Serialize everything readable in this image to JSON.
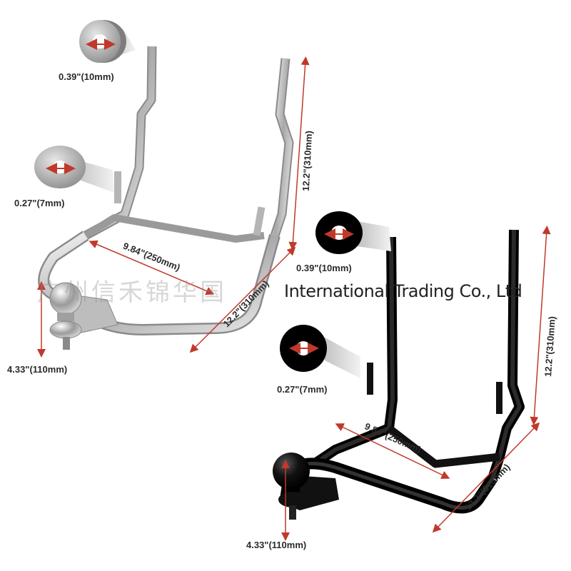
{
  "watermark": {
    "chinese_text": "广州信禾锦华国",
    "company_text": "International Trading Co., Ltd"
  },
  "chrome_product": {
    "washer_large_label": "0.39\"(10mm)",
    "washer_small_label": "0.27\"(7mm)",
    "width_label": "9.84\"(250mm)",
    "height_label": "12.2\"(310mm)",
    "depth_label": "12.2\"(310mm)",
    "ball_height_label": "4.33\"(110mm)"
  },
  "black_product": {
    "washer_large_label": "0.39\"(10mm)",
    "washer_small_label": "0.27\"(7mm)",
    "width_label": "9.84\"(250mm)",
    "height_label": "12.2\"(310mm)",
    "depth_label": "12.2\"(310mm)",
    "ball_height_label": "4.33\"(110mm)"
  },
  "colors": {
    "dimension_arrow": "#c0392b",
    "chrome": "#c8c8c8",
    "black_finish": "#111111"
  }
}
